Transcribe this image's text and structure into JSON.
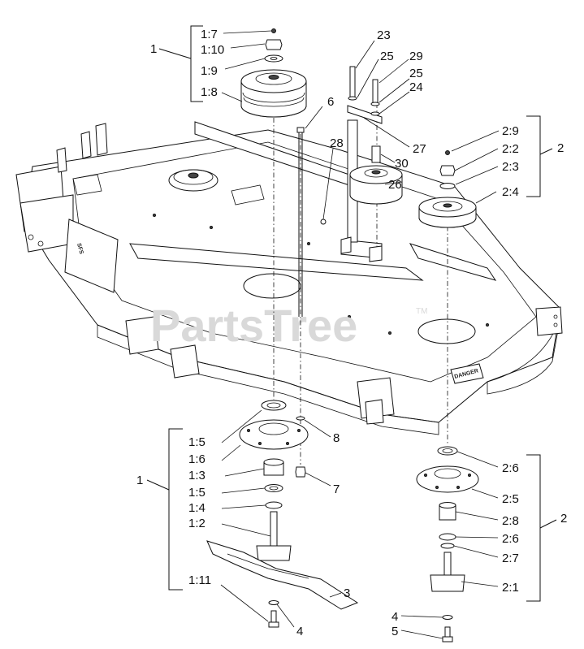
{
  "watermark": {
    "text": "PartsTree",
    "tm": "TM"
  },
  "deck_labels": {
    "brand": "SFS",
    "danger": "DANGER"
  },
  "callouts": {
    "group_upper_left": "1",
    "c_1_7": "1:7",
    "c_1_10": "1:10",
    "c_1_9": "1:9",
    "c_1_8": "1:8",
    "c_6": "6",
    "c_23": "23",
    "c_25a": "25",
    "c_29": "29",
    "c_25b": "25",
    "c_24": "24",
    "c_27": "27",
    "c_28": "28",
    "c_30": "30",
    "c_26": "26",
    "group_upper_right": "2",
    "c_2_9": "2:9",
    "c_2_2": "2:2",
    "c_2_3": "2:3",
    "c_2_4": "2:4",
    "group_lower_left": "1",
    "c_1_5a": "1:5",
    "c_1_6": "1:6",
    "c_1_3": "1:3",
    "c_1_5b": "1:5",
    "c_1_4": "1:4",
    "c_1_2": "1:2",
    "c_1_11": "1:11",
    "c_8": "8",
    "c_7": "7",
    "c_3": "3",
    "c_4a": "4",
    "group_lower_right": "2",
    "c_2_6a": "2:6",
    "c_2_5": "2:5",
    "c_2_8": "2:8",
    "c_2_6b": "2:6",
    "c_2_7": "2:7",
    "c_2_1": "2:1",
    "c_4b": "4",
    "c_5": "5"
  }
}
